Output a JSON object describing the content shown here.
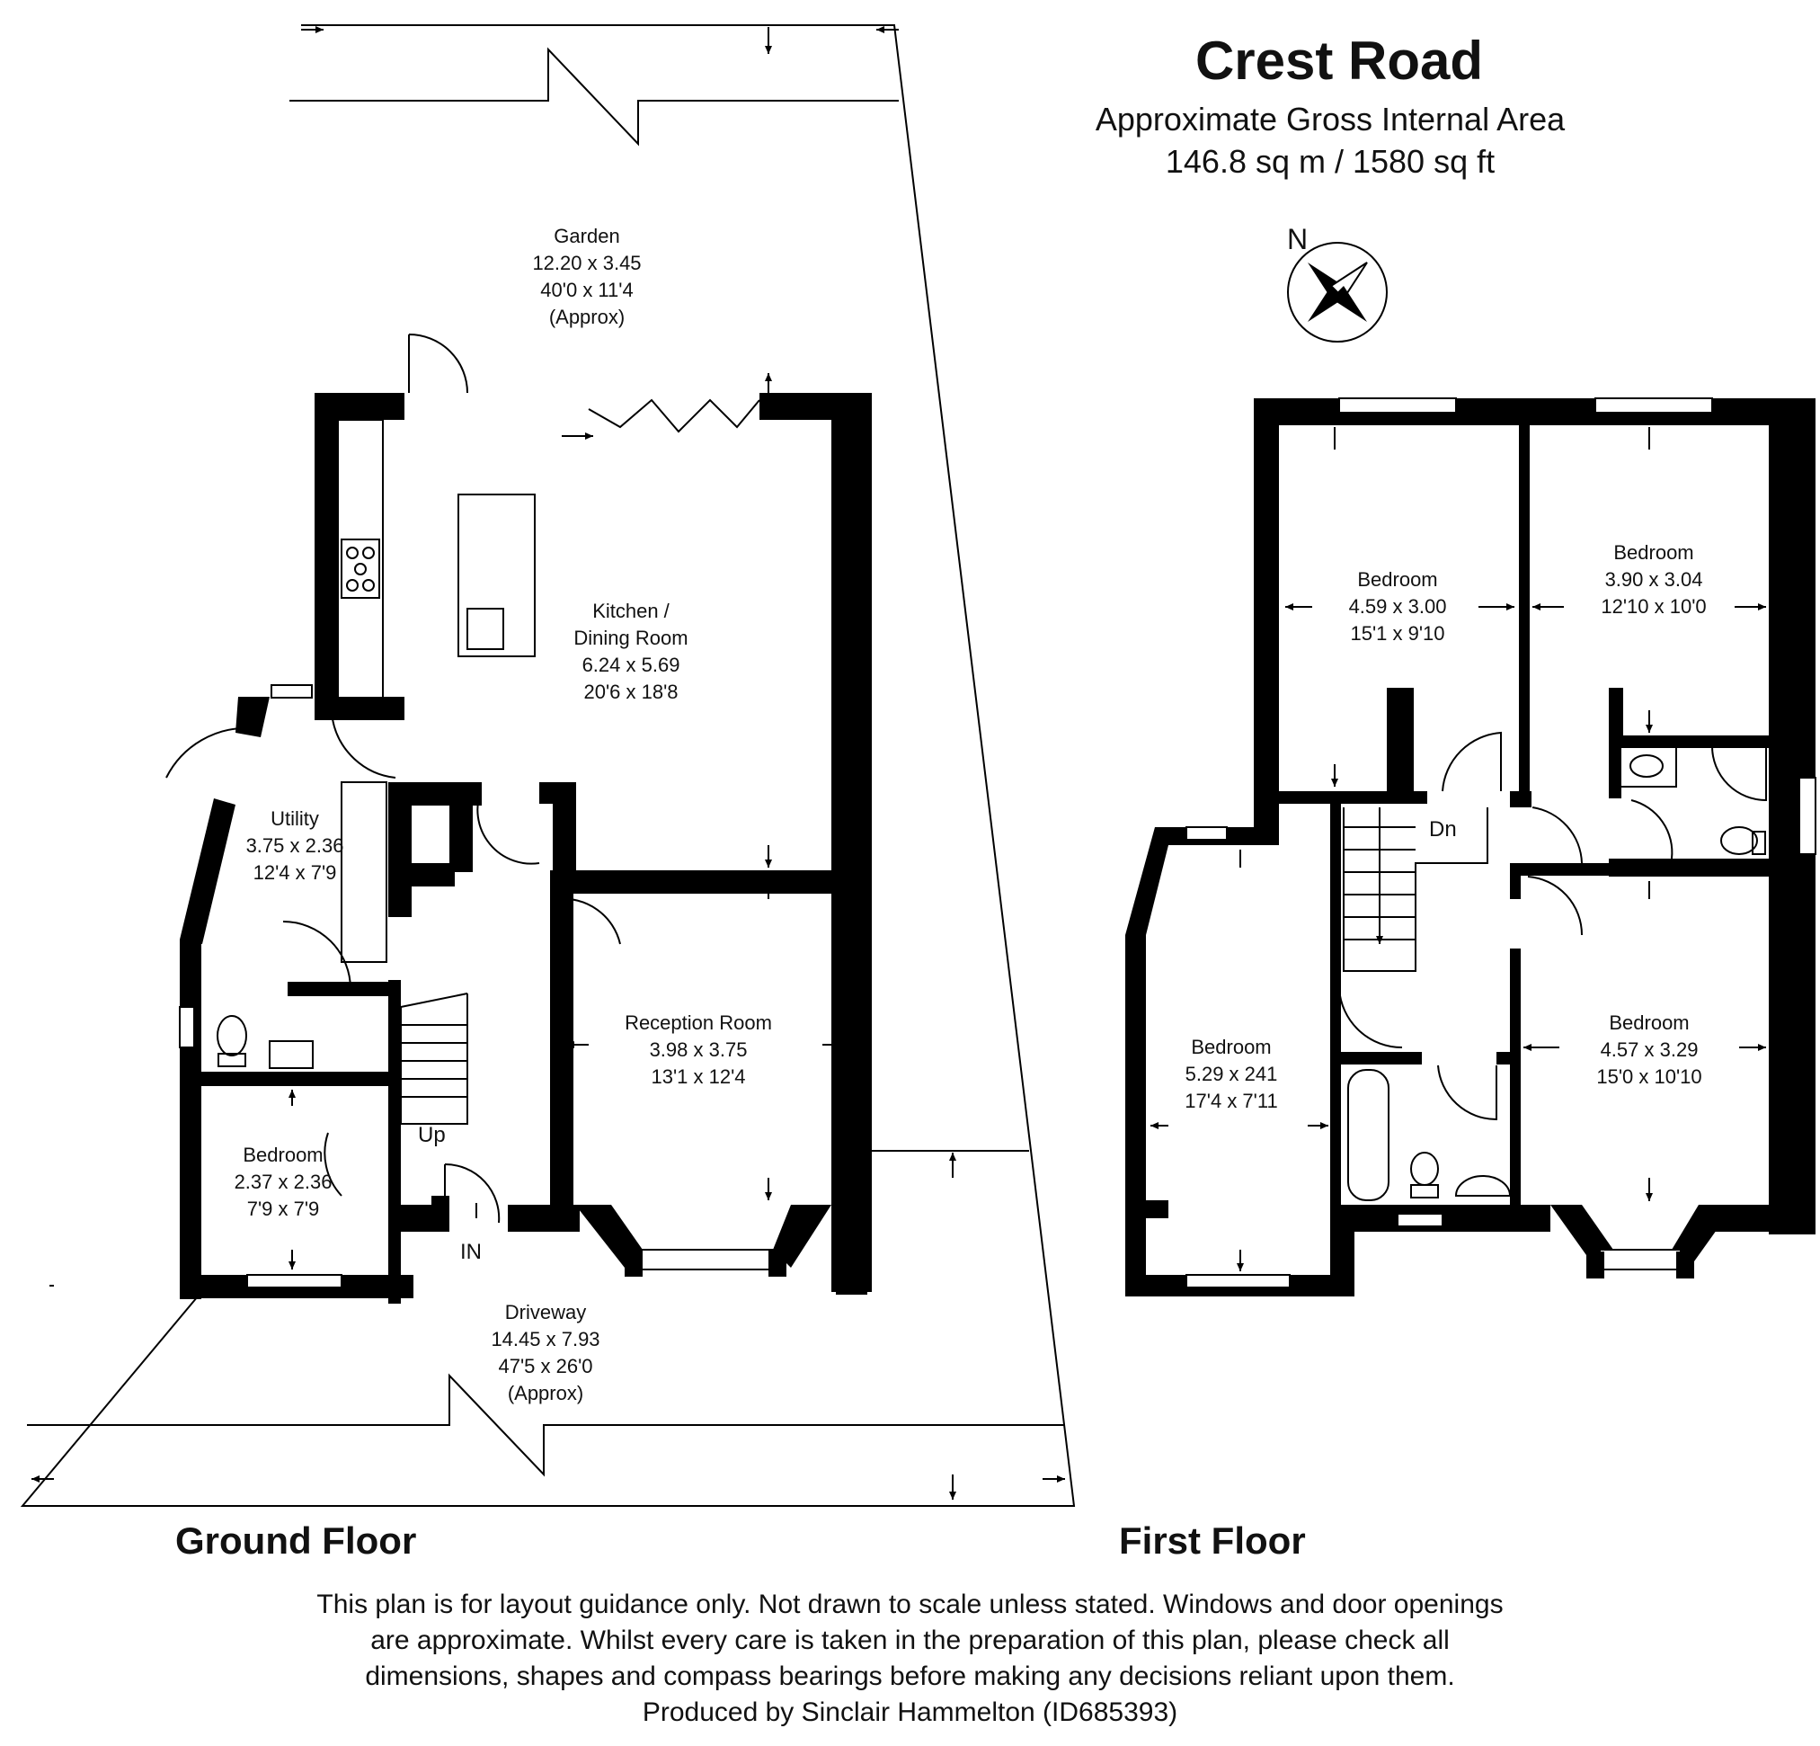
{
  "header": {
    "title": "Crest Road",
    "subtitle": "Approximate Gross Internal Area",
    "area": "146.8 sq m / 1580 sq ft"
  },
  "compass": {
    "label": "N"
  },
  "floors": {
    "ground": "Ground Floor",
    "first": "First Floor"
  },
  "ground_rooms": {
    "garden": [
      "Garden",
      "12.20 x 3.45",
      "40'0 x 11'4",
      "(Approx)"
    ],
    "kitchen": [
      "Kitchen /",
      "Dining Room",
      "6.24 x 5.69",
      "20'6 x 18'8"
    ],
    "utility": [
      "Utility",
      "3.75 x 2.36",
      "12'4 x 7'9"
    ],
    "reception": [
      "Reception Room",
      "3.98 x 3.75",
      "13'1 x 12'4"
    ],
    "bedroom": [
      "Bedroom",
      "2.37 x 2.36",
      "7'9 x 7'9"
    ],
    "driveway": [
      "Driveway",
      "14.45 x 7.93",
      "47'5 x 26'0",
      "(Approx)"
    ],
    "up": "Up",
    "in": "IN"
  },
  "first_rooms": {
    "bedroom_a": [
      "Bedroom",
      "4.59 x 3.00",
      "15'1 x 9'10"
    ],
    "bedroom_b": [
      "Bedroom",
      "3.90 x 3.04",
      "12'10 x 10'0"
    ],
    "bedroom_c": [
      "Bedroom",
      "5.29 x 241",
      "17'4 x 7'11"
    ],
    "bedroom_d": [
      "Bedroom",
      "4.57 x 3.29",
      "15'0 x 10'10"
    ],
    "dn": "Dn"
  },
  "disclaimer": [
    "This plan is for layout guidance only. Not drawn to scale unless stated. Windows and door openings",
    "are approximate. Whilst every care is taken in the preparation of this plan, please check all",
    "dimensions, shapes and compass bearings before making any decisions reliant upon them.",
    "Produced by Sinclair Hammelton (ID685393)"
  ]
}
